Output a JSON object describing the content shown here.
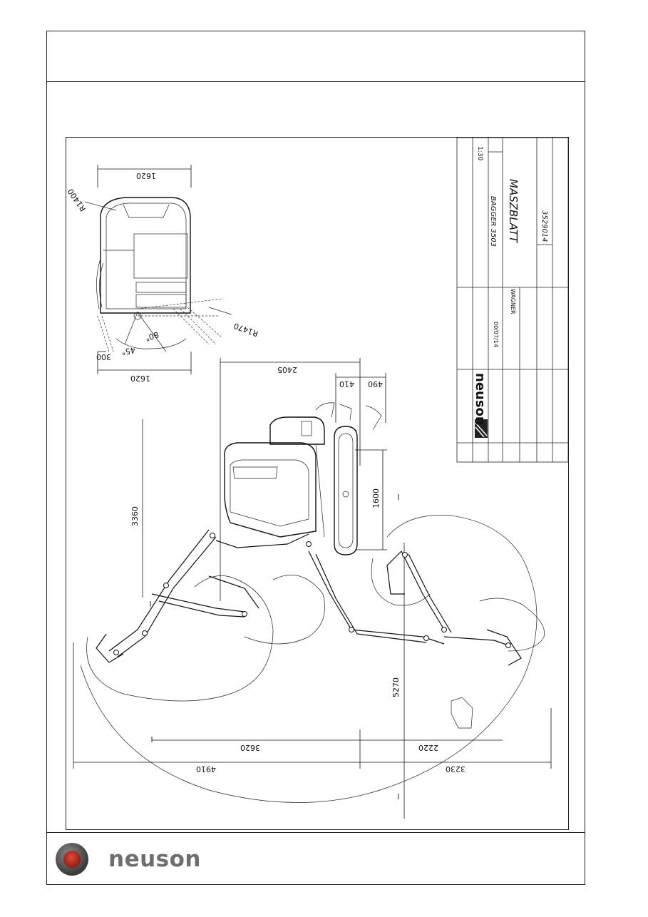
{
  "drawing": {
    "plan_view": {
      "width_top": "1620",
      "width_bottom": "1620",
      "radius_front": "R1400",
      "radius_rear": "R1470",
      "offset": "300",
      "angle_left": "80°",
      "angle_right": "45°"
    },
    "side_view": {
      "dims": {
        "d2405": "2405",
        "d410": "410",
        "d490": "490",
        "d1600": "1600",
        "d3360": "3360",
        "d5270": "5270",
        "d3620": "3620",
        "d2220": "2220",
        "d4910": "4910",
        "d3230": "3230"
      }
    },
    "title_block": {
      "scale": "1:30",
      "model": "BAGGER 3503",
      "sheet_title": "MASZBLATT",
      "drawing_number": "3529014",
      "drawn_by": "WAGNER",
      "date": "00/07/14",
      "brand": "neuson"
    }
  },
  "footer": {
    "brand_name": "neuson"
  }
}
